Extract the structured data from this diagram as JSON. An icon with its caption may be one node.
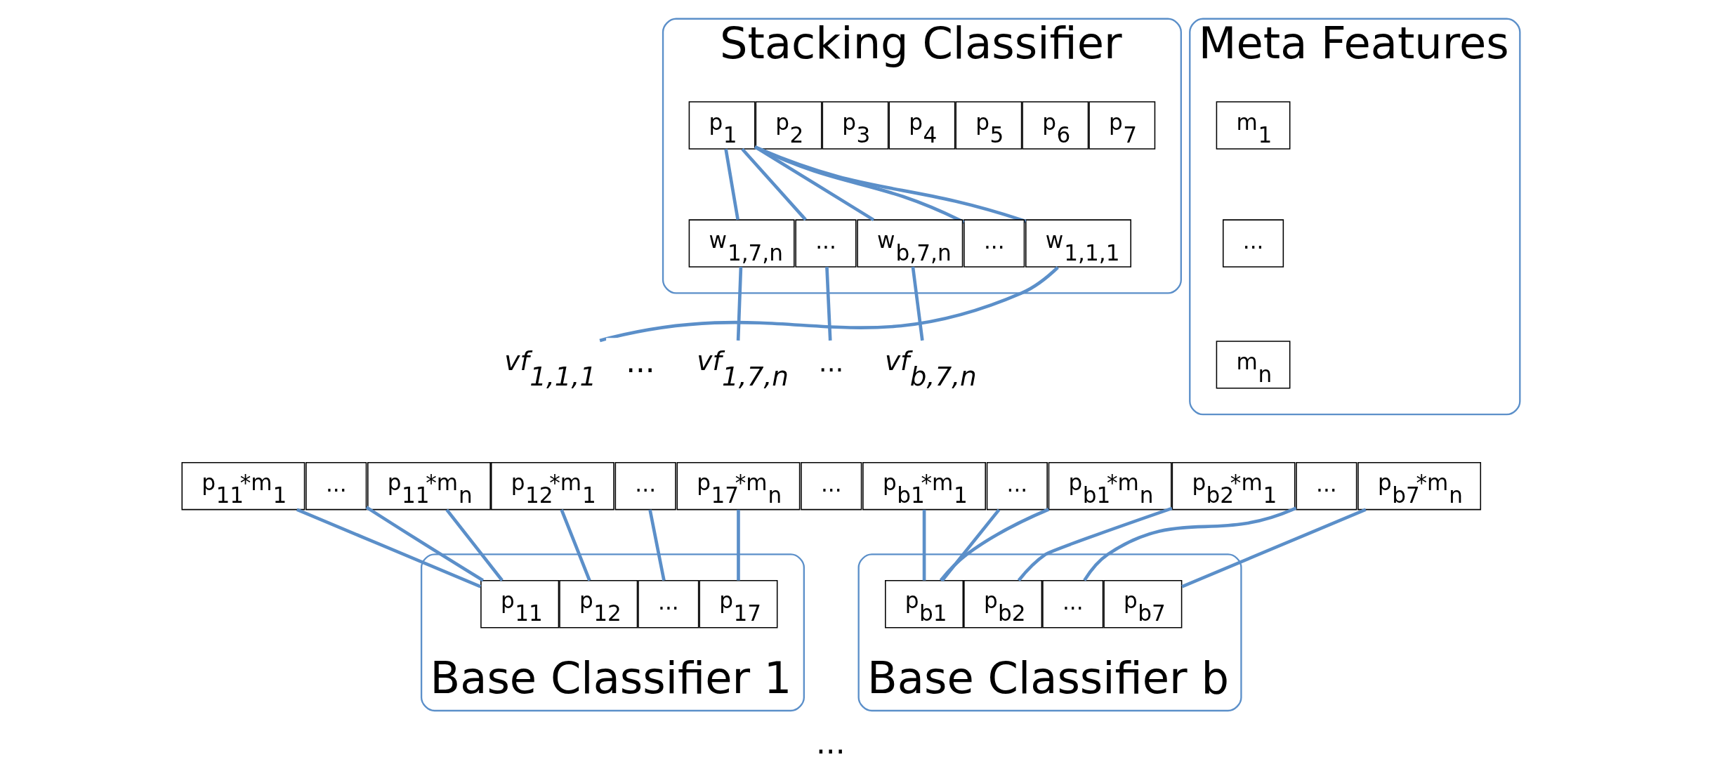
{
  "diagram": {
    "nodes": [
      {
        "text": [
          "Stacking Classifier"
        ]
      },
      {
        "text": [
          "p$_{1}$"
        ],
        "in": 0
      },
      {
        "text": [
          "p$_{2}$"
        ],
        "in": 0
      },
      {
        "text": [
          "p$_{3}$"
        ],
        "in": 0
      },
      {
        "text": [
          "p$_{4}$"
        ],
        "in": 0
      },
      {
        "text": [
          "p$_{5}$"
        ],
        "in": 0
      },
      {
        "text": [
          "p$_{6}$"
        ],
        "in": 0
      },
      {
        "text": [
          "p$_{7}$"
        ],
        "in": 0
      },
      {
        "text": [
          "w$_{1,1,1}$"
        ],
        "in": 0
      },
      {
        "text": [
          "..."
        ],
        "in": 0
      },
      {
        "text": [
          "w$_{1,7,n}$"
        ],
        "in": 0
      },
      {
        "text": [
          "..."
        ],
        "in": 0
      },
      {
        "text": [
          "w$_{b,7,n}$"
        ],
        "in": 0
      },
      {
        "text": [
          "Meta Features"
        ]
      },
      {
        "text": [
          "m$_{1}$"
        ],
        "in": 13
      },
      {
        "text": [
          "..."
        ],
        "in": 13
      },
      {
        "text": [
          "m$_{n}$"
        ],
        "in": 13
      },
      {
        "text": [
          "vf$_{1,1,1}$"
        ]
      },
      {
        "text": [
          "vf$_{1,7,n}$"
        ]
      },
      {
        "text": [
          "..."
        ]
      },
      {
        "text": [
          "vf$_{b,7,n}$"
        ]
      },
      {
        "text": [
          "p$_{11}$*m$_{1}$"
        ]
      },
      {
        "text": [
          "..."
        ]
      },
      {
        "text": [
          "p$_{11}$*m$_{n}$"
        ]
      },
      {
        "text": [
          "p$_{12}$*m$_{1}$"
        ]
      },
      {
        "text": [
          "..."
        ]
      },
      {
        "text": [
          "p$_{17}$*m$_{n}$"
        ]
      },
      {
        "text": [
          "..."
        ]
      },
      {
        "text": [
          "p$_{b1}$*m$_{1}$"
        ]
      },
      {
        "text": [
          "..."
        ]
      },
      {
        "text": [
          "p$_{b1}$*m$_{n}$"
        ]
      },
      {
        "text": [
          "p$_{b2}$*m$_{1}$"
        ]
      },
      {
        "text": [
          "..."
        ]
      },
      {
        "text": [
          "p$_{b7}$*m$_{n}$"
        ]
      },
      {
        "text": [
          "Base Classifier 1"
        ]
      },
      {
        "text": [
          "p$_{11}$"
        ],
        "in": 34
      },
      {
        "text": [
          "p$_{12}$"
        ],
        "in": 34
      },
      {
        "text": [
          "..."
        ],
        "in": 34
      },
      {
        "text": [
          "p$_{17}$"
        ],
        "in": 34
      },
      {
        "text": [
          "Base Classifier b"
        ]
      },
      {
        "text": [
          "p$_{b1}$"
        ],
        "in": 39
      },
      {
        "text": [
          "p$_{b2}$"
        ],
        "in": 39
      },
      {
        "text": [
          "..."
        ],
        "in": 39
      },
      {
        "text": [
          "p$_{b7}$"
        ],
        "in": 39
      }
    ],
    "edges": [
      {
        "from": 1,
        "to": 8,
        "arrow": "none"
      },
      {
        "from": 1,
        "to": 9,
        "arrow": "none"
      },
      {
        "from": 1,
        "to": 10,
        "arrow": "none"
      },
      {
        "from": 1,
        "to": 11,
        "arrow": "none"
      },
      {
        "from": 1,
        "to": 12,
        "arrow": "none"
      },
      {
        "from": 8,
        "to": 17,
        "arrow": "none"
      },
      {
        "from": 10,
        "to": 18,
        "arrow": "none"
      },
      {
        "from": 11,
        "to": 19,
        "arrow": "none"
      },
      {
        "from": 12,
        "to": 20,
        "arrow": "none"
      },
      {
        "from": 21,
        "to": 35,
        "arrow": "none"
      },
      {
        "from": 22,
        "to": 35,
        "arrow": "none"
      },
      {
        "from": 23,
        "to": 35,
        "arrow": "none"
      },
      {
        "from": 24,
        "to": 36,
        "arrow": "none"
      },
      {
        "from": 25,
        "to": 37,
        "arrow": "none"
      },
      {
        "from": 26,
        "to": 38,
        "arrow": "none"
      },
      {
        "from": 28,
        "to": 40,
        "arrow": "none"
      },
      {
        "from": 29,
        "to": 40,
        "arrow": "none"
      },
      {
        "from": 30,
        "to": 40,
        "arrow": "none"
      },
      {
        "from": 31,
        "to": 41,
        "arrow": "none"
      },
      {
        "from": 32,
        "to": 42,
        "arrow": "none"
      },
      {
        "from": 33,
        "to": 43,
        "arrow": "none"
      }
    ],
    "labels": [
      "...",
      "..."
    ]
  }
}
